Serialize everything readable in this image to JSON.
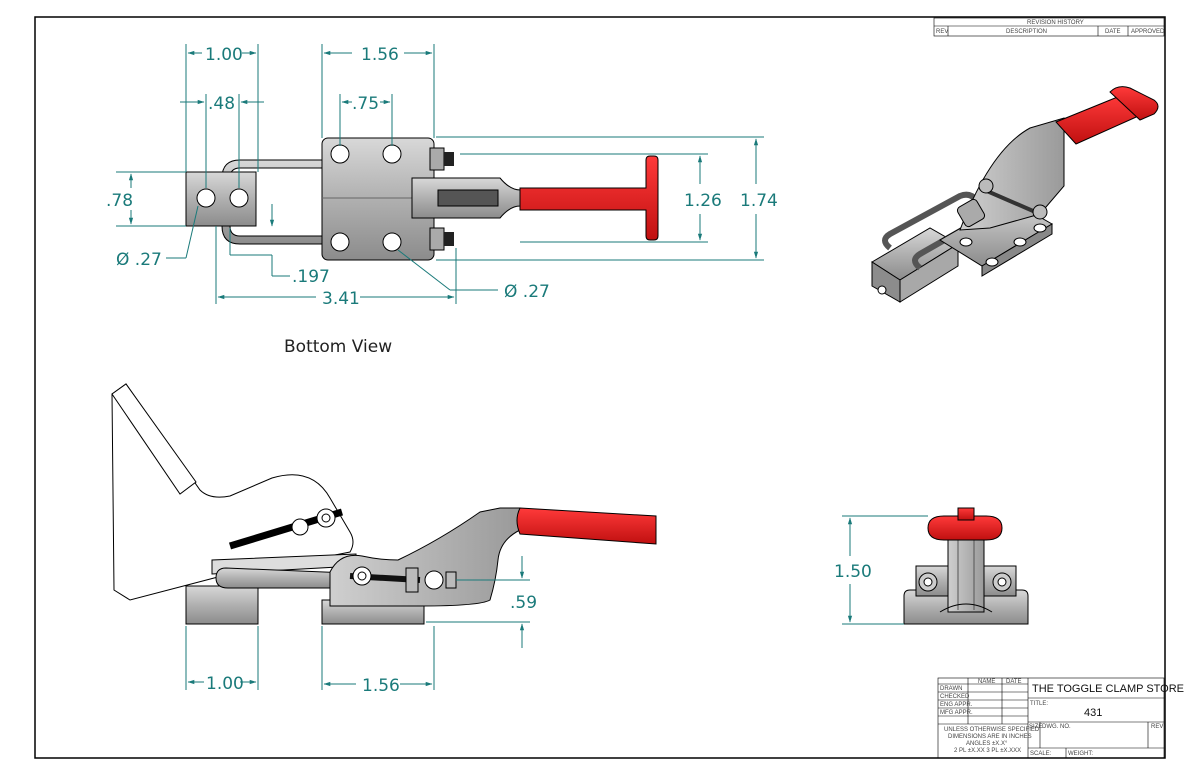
{
  "view_label": "Bottom View",
  "dimensions": {
    "top_width_left": "1.00",
    "top_width_mid": ".48",
    "top_width_right": "1.56",
    "top_hole_spacing": ".75",
    "left_height": ".78",
    "left_hole_dia": "Ø .27",
    "offset": ".197",
    "overall_length": "3.41",
    "right_hole_dia": "Ø .27",
    "inner_height": "1.26",
    "outer_height": "1.74",
    "side_height": ".59",
    "side_width_left": "1.00",
    "side_width_right": "1.56",
    "front_height": "1.50"
  },
  "revision_block": {
    "title": "REVISION HISTORY",
    "col_rev": "REV",
    "col_description": "DESCRIPTION",
    "col_date": "DATE",
    "col_approved": "APPROVED"
  },
  "title_block": {
    "col_name": "NAME",
    "col_date": "DATE",
    "rows": [
      "DRAWN",
      "CHECKED",
      "ENG APPR.",
      "MFG APPR."
    ],
    "notes": [
      "UNLESS OTHERWISE SPECIFIED",
      "DIMENSIONS ARE IN INCHES",
      "ANGLES ±X.X°",
      "2 PL ±X.XX 3 PL ±X.XXX"
    ],
    "company": "THE TOGGLE CLAMP STORE",
    "title_label": "TITLE:",
    "title_value": "431",
    "size_label": "SIZE",
    "dwg_label": "DWG. NO.",
    "rev_label": "REV",
    "scale_label": "SCALE:",
    "weight_label": "WEIGHT:"
  },
  "colors": {
    "dimension": "#1a7a7a",
    "handle_red": "#e02020",
    "steel": "#b8b8b8",
    "outline": "#000000"
  }
}
